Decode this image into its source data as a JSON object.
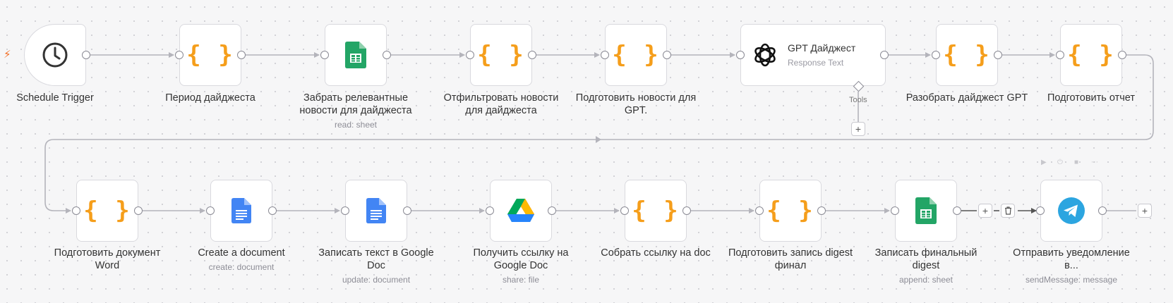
{
  "nodes": {
    "schedule": {
      "title": "Schedule Trigger",
      "sub": ""
    },
    "period": {
      "title": "Период дайджеста",
      "sub": ""
    },
    "fetch": {
      "title": "Забрать релевантные новости для дайджеста",
      "sub": "read: sheet"
    },
    "filter": {
      "title": "Отфильтровать новости для дайджеста",
      "sub": ""
    },
    "prepare_gpt": {
      "title": "Подготовить новости для GPT.",
      "sub": ""
    },
    "gpt": {
      "title": "GPT Дайджест",
      "sub": "Response Text",
      "tools_label": "Tools"
    },
    "parse": {
      "title": "Разобрать дайджест GPT",
      "sub": ""
    },
    "report": {
      "title": "Подготовить отчет",
      "sub": ""
    },
    "word": {
      "title": "Подготовить документ Word",
      "sub": ""
    },
    "create_doc": {
      "title": "Create a document",
      "sub": "create: document"
    },
    "write_text": {
      "title": "Записать текст в Google Doc",
      "sub": "update: document"
    },
    "get_link": {
      "title": "Получить ссылку на Google Doc",
      "sub": "share: file"
    },
    "collect_link": {
      "title": "Собрать ссылку на doc",
      "sub": ""
    },
    "prep_record": {
      "title": "Подготовить запись digest финал",
      "sub": ""
    },
    "write_final": {
      "title": "Записать финальный digest",
      "sub": "append: sheet"
    },
    "notify": {
      "title": "Отправить уведомление в...",
      "sub": "sendMessage: message"
    }
  },
  "icons": {
    "code": "{ }",
    "plus": "+",
    "trash": "trash-icon",
    "bolt": "⚡"
  },
  "colors": {
    "code_brace": "#f59e1b",
    "sheets_green": "#23a566",
    "docs_blue": "#4285f4",
    "telegram_blue": "#2ca5e0",
    "trigger_bolt": "#f26b21"
  }
}
